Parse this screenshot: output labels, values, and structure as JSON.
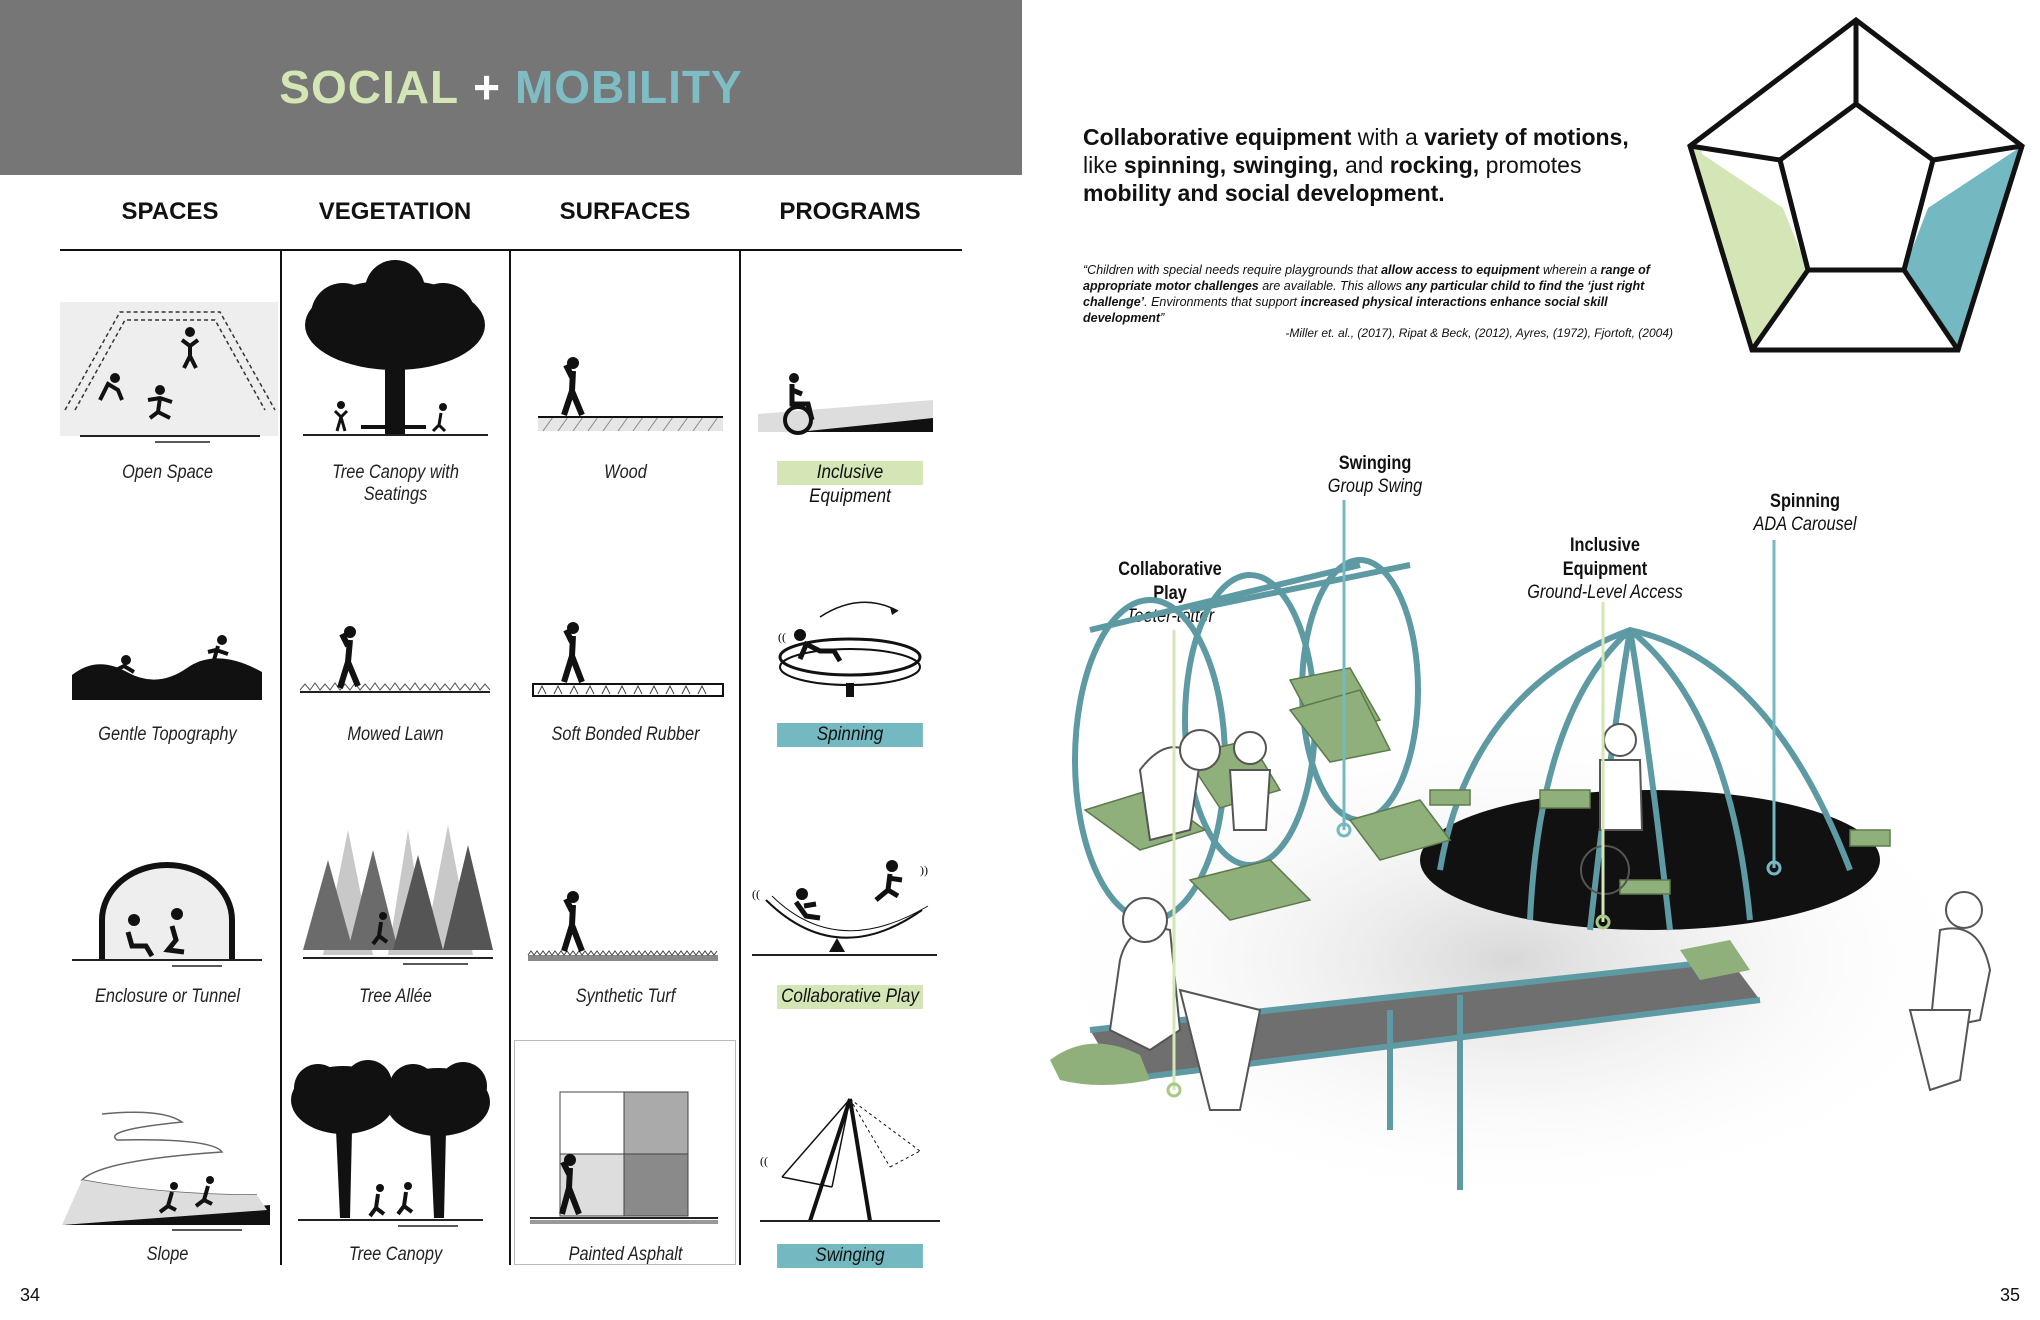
{
  "header": {
    "title_social": "SOCIAL",
    "title_plus": "+",
    "title_mobility": "MOBILITY"
  },
  "columns": [
    "SPACES",
    "VEGETATION",
    "SURFACES",
    "PROGRAMS"
  ],
  "spaces": [
    "Open Space",
    "Gentle Topography",
    "Enclosure or Tunnel",
    "Slope"
  ],
  "vegetation": [
    "Tree Canopy with Seatings",
    "Mowed Lawn",
    "Tree Allée",
    "Tree Canopy"
  ],
  "surfaces": [
    "Wood",
    "Soft Bonded Rubber",
    "Synthetic Turf",
    "Painted Asphalt"
  ],
  "programs": [
    "Inclusive Equipment",
    "Spinning",
    "Collaborative Play",
    "Swinging"
  ],
  "page_numbers": {
    "left": "34",
    "right": "35"
  },
  "headline": {
    "b1": "Collaborative equipment",
    "t1": " with a ",
    "b2": "variety of motions,",
    "t2": " like ",
    "b3": "spinning, swinging,",
    "t3": " and ",
    "b4": "rocking,",
    "t4": " promotes ",
    "b5": "mobility and social development."
  },
  "quote": {
    "q1": "“Children with special needs require playgrounds that ",
    "q2": "allow access to equipment",
    "q3": " wherein a ",
    "q4": "range of appropriate motor challenges",
    "q5": " are available. This allows ",
    "q6": "any particular child to find the ‘just right challenge’",
    "q7": ". Environments that support ",
    "q8": "increased physical interactions enhance social skill development",
    "q9": "”",
    "citation": "-Miller et. al., (2017), Ripat & Beck, (2012), Ayres, (1972), Fjortoft, (2004)"
  },
  "callouts": [
    {
      "title": "Swinging",
      "subtitle": "Group Swing"
    },
    {
      "title": "Spinning",
      "subtitle": "ADA Carousel"
    },
    {
      "title": "Inclusive Equipment",
      "title_l1": "Inclusive",
      "title_l2": "Equipment",
      "subtitle": "Ground-Level Access"
    },
    {
      "title": "Collaborative Play",
      "title_l1": "Collaborative",
      "title_l2": "Play",
      "subtitle": "Teeter-totter"
    }
  ],
  "colors": {
    "header_band": "#767676",
    "accent_green": "#d4e6b5",
    "accent_blue": "#74b8c1",
    "equipment_green": "#8fb07a",
    "frame_teal": "#5d9aa3"
  }
}
